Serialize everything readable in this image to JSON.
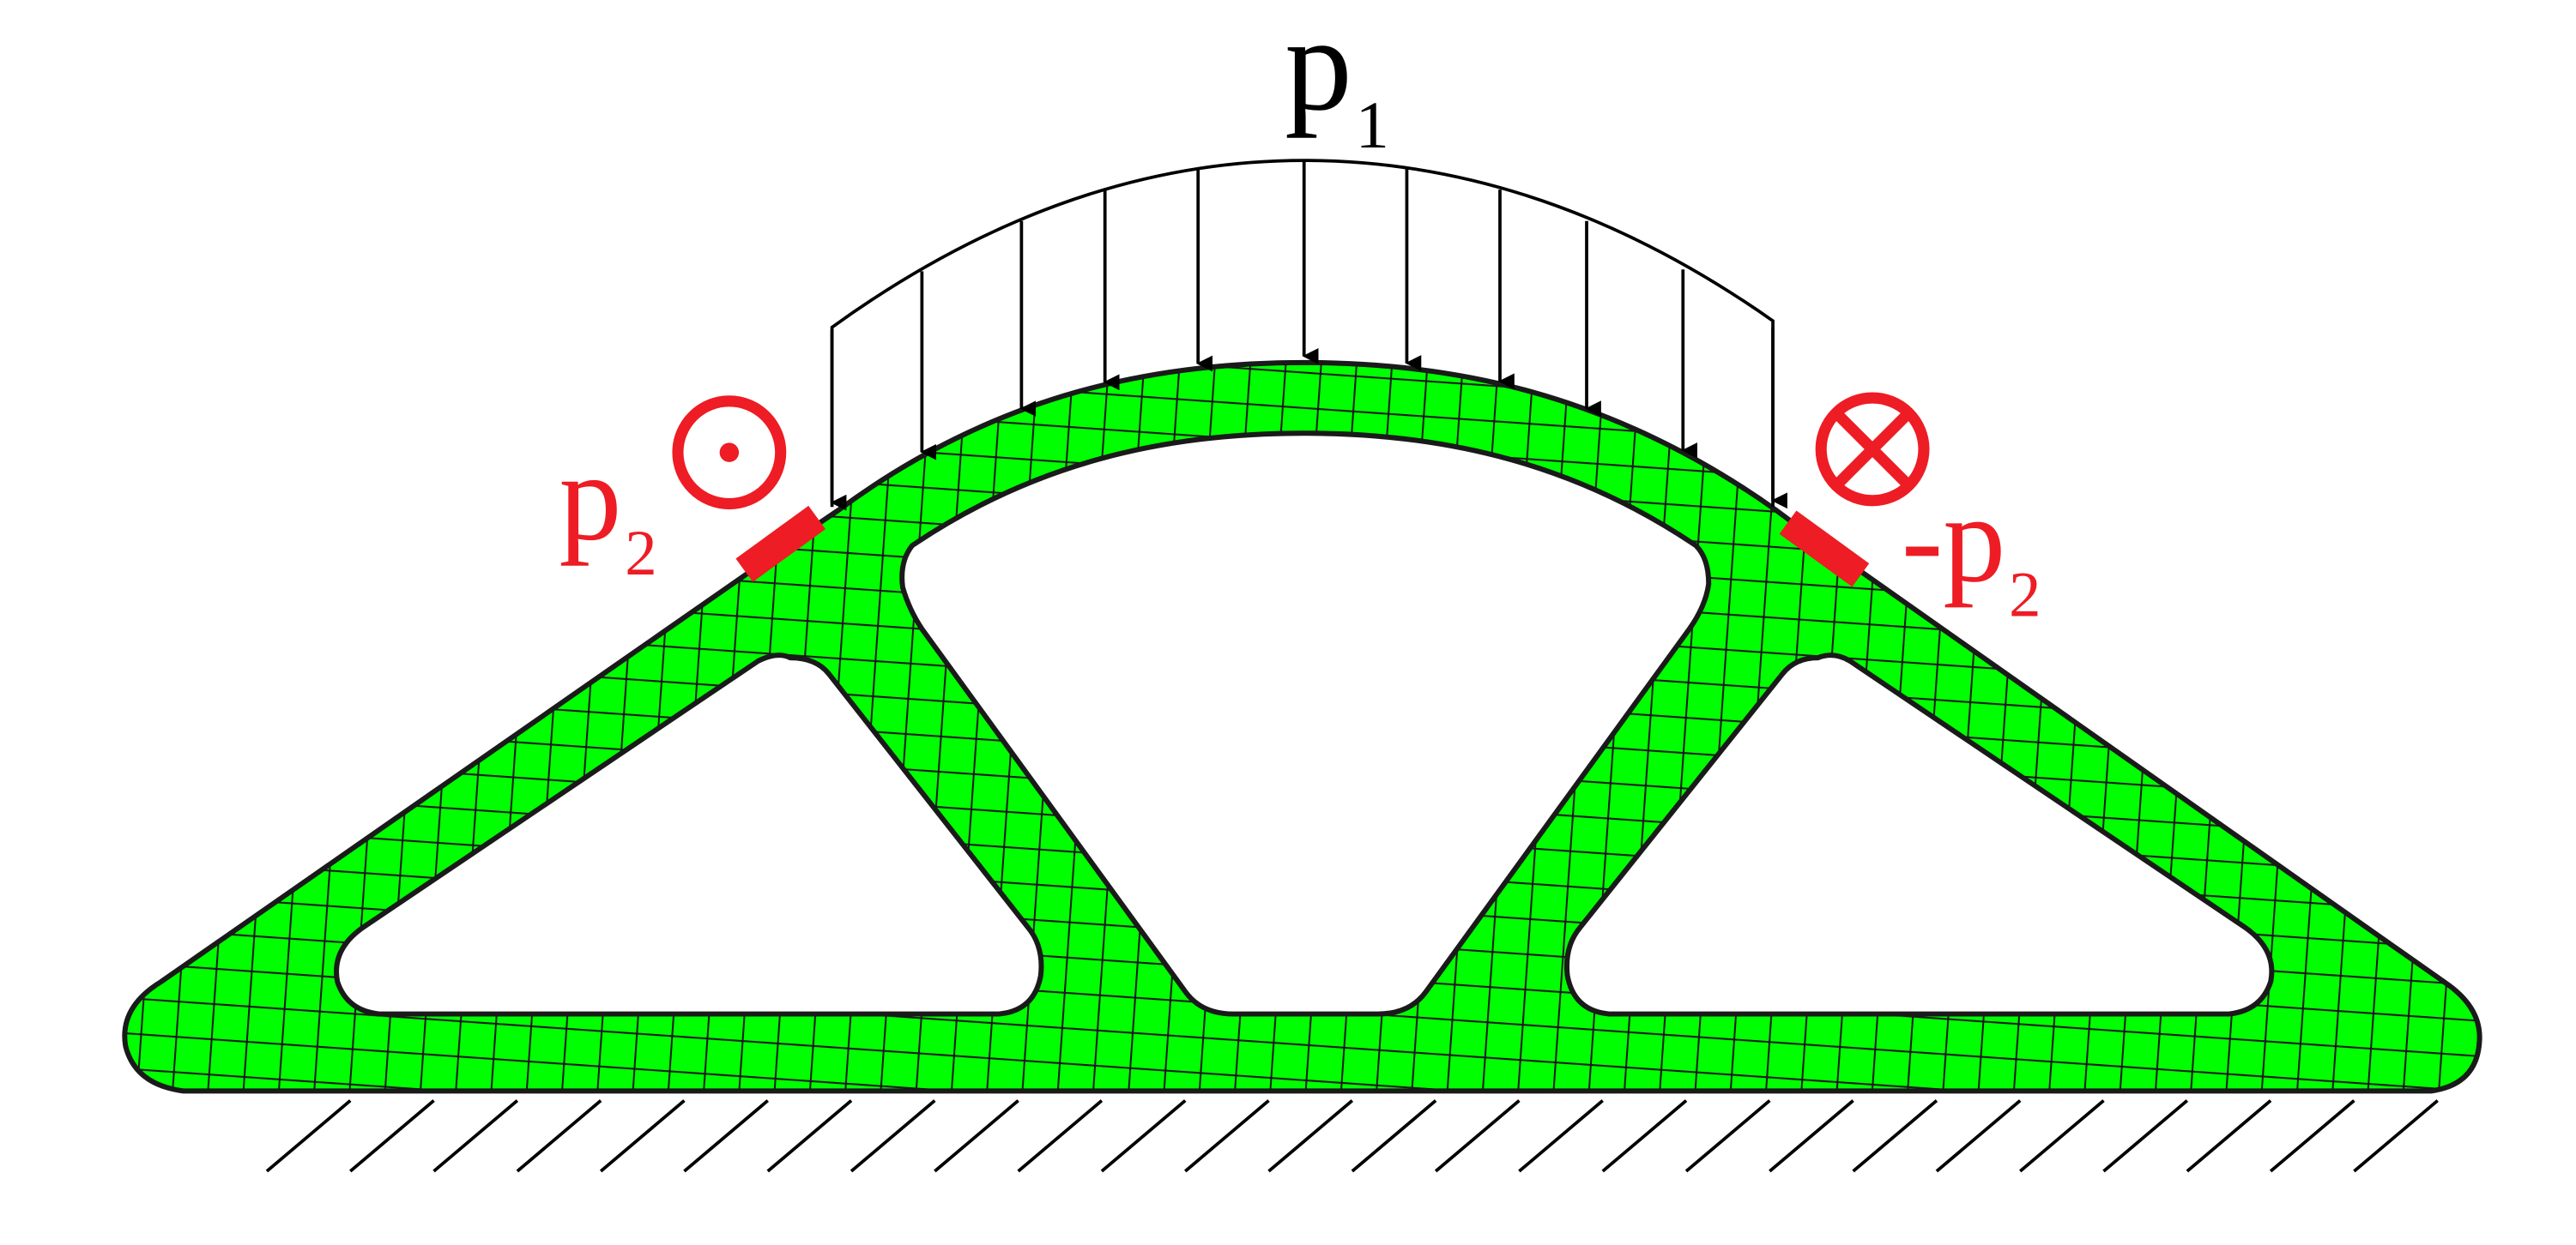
{
  "diagram": {
    "labels": {
      "load_main": {
        "base": "p",
        "sub": "1"
      },
      "load_left": {
        "base": "p",
        "sub": "2"
      },
      "load_right": {
        "base": "-p",
        "sub": "2"
      }
    },
    "symbols": {
      "left_direction": "out-of-plane-dot-icon",
      "right_direction": "into-plane-cross-icon",
      "support": "fixed-ground-hatch-icon"
    },
    "colors": {
      "mesh_fill": "#00ff00",
      "mesh_edges": "#1a1a1a",
      "load_accent": "#ee1c24",
      "ink": "#000000",
      "background": "#ffffff"
    }
  }
}
